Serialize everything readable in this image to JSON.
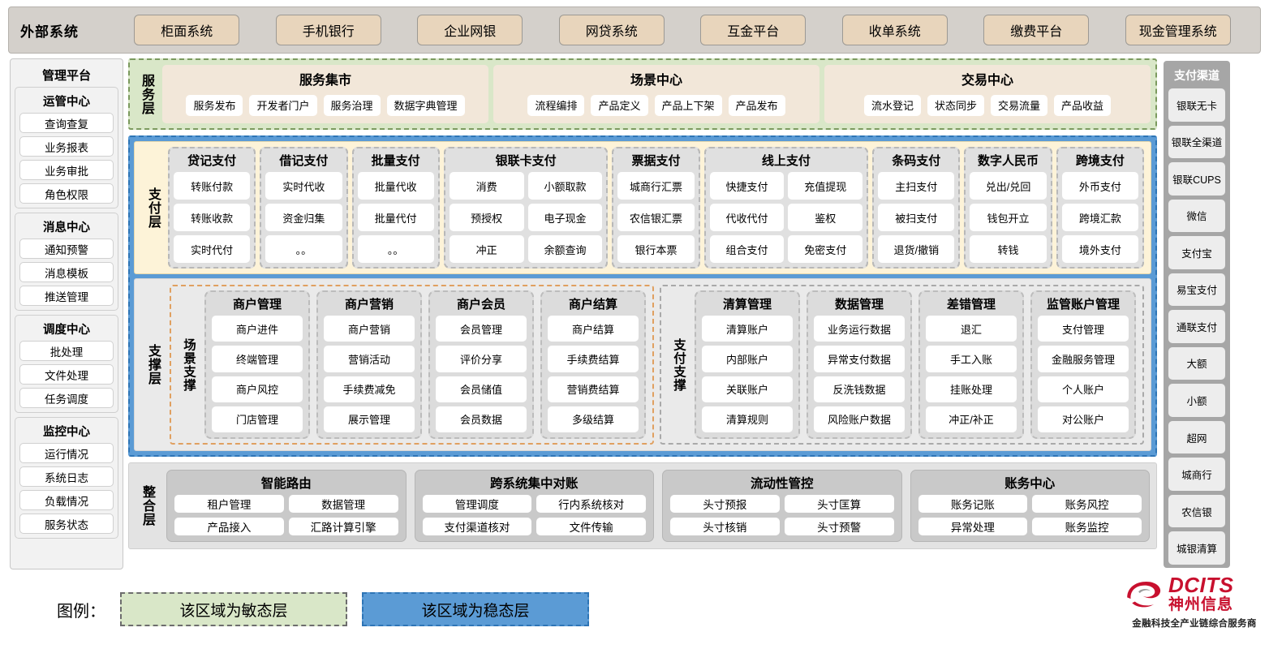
{
  "external": {
    "title": "外部系统",
    "items": [
      "柜面系统",
      "手机银行",
      "企业网银",
      "网贷系统",
      "互金平台",
      "收单系统",
      "缴费平台",
      "现金管理系统"
    ]
  },
  "management": {
    "title": "管理平台",
    "groups": [
      {
        "title": "运管中心",
        "items": [
          "查询查复",
          "业务报表",
          "业务审批",
          "角色权限"
        ]
      },
      {
        "title": "消息中心",
        "items": [
          "通知预警",
          "消息模板",
          "推送管理"
        ]
      },
      {
        "title": "调度中心",
        "items": [
          "批处理",
          "文件处理",
          "任务调度"
        ]
      },
      {
        "title": "监控中心",
        "items": [
          "运行情况",
          "系统日志",
          "负载情况",
          "服务状态"
        ]
      }
    ]
  },
  "service_layer": {
    "label": "服务层",
    "panels": [
      {
        "title": "服务集市",
        "items": [
          "服务发布",
          "开发者门户",
          "服务治理",
          "数据字典管理"
        ]
      },
      {
        "title": "场景中心",
        "items": [
          "流程编排",
          "产品定义",
          "产品上下架",
          "产品发布"
        ]
      },
      {
        "title": "交易中心",
        "items": [
          "流水登记",
          "状态同步",
          "交易流量",
          "产品收益"
        ]
      }
    ]
  },
  "payment_layer": {
    "label": "支付层",
    "columns": [
      {
        "title": "贷记支付",
        "width": 1,
        "subcols": [
          [
            "转账付款",
            "转账收款",
            "实时代付"
          ]
        ]
      },
      {
        "title": "借记支付",
        "width": 1,
        "subcols": [
          [
            "实时代收",
            "资金归集",
            "。。"
          ]
        ]
      },
      {
        "title": "批量支付",
        "width": 1,
        "subcols": [
          [
            "批量代收",
            "批量代付",
            "。。"
          ]
        ]
      },
      {
        "title": "银联卡支付",
        "width": 2,
        "subcols": [
          [
            "消费",
            "预授权",
            "冲正"
          ],
          [
            "小额取款",
            "电子现金",
            "余额查询"
          ]
        ]
      },
      {
        "title": "票据支付",
        "width": 1,
        "subcols": [
          [
            "城商行汇票",
            "农信银汇票",
            "银行本票"
          ]
        ]
      },
      {
        "title": "线上支付",
        "width": 2,
        "subcols": [
          [
            "快捷支付",
            "代收代付",
            "组合支付"
          ],
          [
            "充值提现",
            "鉴权",
            "免密支付"
          ]
        ]
      },
      {
        "title": "条码支付",
        "width": 1,
        "subcols": [
          [
            "主扫支付",
            "被扫支付",
            "退货/撤销"
          ]
        ]
      },
      {
        "title": "数字人民币",
        "width": 1,
        "subcols": [
          [
            "兑出/兑回",
            "钱包开立",
            "转钱"
          ]
        ]
      },
      {
        "title": "跨境支付",
        "width": 1,
        "subcols": [
          [
            "外币支付",
            "跨境汇款",
            "境外支付"
          ]
        ]
      }
    ]
  },
  "support_layer": {
    "label": "支撑层",
    "zones": [
      {
        "label": "场景支撑",
        "style": "scene",
        "columns": [
          {
            "title": "商户管理",
            "items": [
              "商户进件",
              "终端管理",
              "商户风控",
              "门店管理"
            ]
          },
          {
            "title": "商户营销",
            "items": [
              "商户营销",
              "营销活动",
              "手续费减免",
              "展示管理"
            ]
          },
          {
            "title": "商户会员",
            "items": [
              "会员管理",
              "评价分享",
              "会员储值",
              "会员数据"
            ]
          },
          {
            "title": "商户结算",
            "items": [
              "商户结算",
              "手续费结算",
              "营销费结算",
              "多级结算"
            ]
          }
        ]
      },
      {
        "label": "支付支撑",
        "style": "pay",
        "columns": [
          {
            "title": "清算管理",
            "items": [
              "清算账户",
              "内部账户",
              "关联账户",
              "清算规则"
            ]
          },
          {
            "title": "数据管理",
            "items": [
              "业务运行数据",
              "异常支付数据",
              "反洗钱数据",
              "风险账户数据"
            ]
          },
          {
            "title": "差错管理",
            "items": [
              "退汇",
              "手工入账",
              "挂账处理",
              "冲正/补正"
            ]
          },
          {
            "title": "监管账户管理",
            "items": [
              "支付管理",
              "金融服务管理",
              "个人账户",
              "对公账户"
            ]
          }
        ]
      }
    ]
  },
  "integration_layer": {
    "label": "整合层",
    "panels": [
      {
        "title": "智能路由",
        "items": [
          "租户管理",
          "数据管理",
          "产品接入",
          "汇路计算引擎"
        ]
      },
      {
        "title": "跨系统集中对账",
        "items": [
          "管理调度",
          "行内系统核对",
          "支付渠道核对",
          "文件传输"
        ]
      },
      {
        "title": "流动性管控",
        "items": [
          "头寸预报",
          "头寸匡算",
          "头寸核销",
          "头寸预警"
        ]
      },
      {
        "title": "账务中心",
        "items": [
          "账务记账",
          "账务风控",
          "异常处理",
          "账务监控"
        ]
      }
    ]
  },
  "channels": {
    "title": "支付渠道",
    "items": [
      "银联无卡",
      "银联全渠道",
      "银联CUPS",
      "微信",
      "支付宝",
      "易宝支付",
      "通联支付",
      "大额",
      "小额",
      "超网",
      "城商行",
      "农信银",
      "城银清算"
    ]
  },
  "legend": {
    "label": "图例：",
    "agile": "该区域为敏态层",
    "stable": "该区域为稳态层"
  },
  "logo": {
    "en": "DCITS",
    "cn": "神州信息",
    "tagline": "金融科技全产业链综合服务商"
  },
  "colors": {
    "agile_green": "#d9e7c8",
    "stable_blue": "#5b9bd5",
    "payment_yellow": "#fdf3d8",
    "external_beige": "#e8d5bc",
    "brand_red": "#c8102e"
  }
}
